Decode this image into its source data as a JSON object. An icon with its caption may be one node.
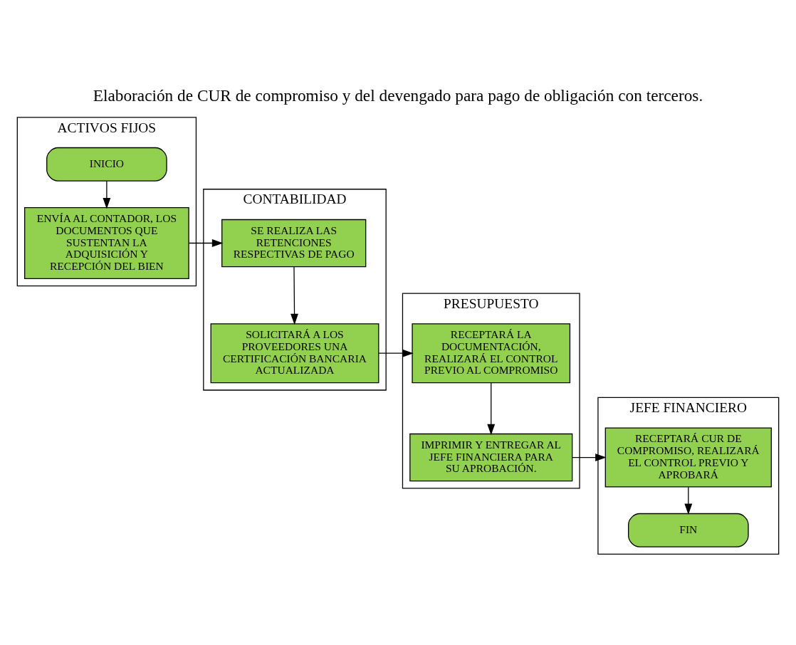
{
  "diagram": {
    "title": "Elaboración de CUR de compromiso y del devengado para pago de obligación con terceros.",
    "nodes": [
      {
        "text": [
          "ACTIVOS FIJOS"
        ]
      },
      {
        "text": [
          "CONTABILIDAD"
        ]
      },
      {
        "text": [
          "PRESUPUESTO"
        ]
      },
      {
        "text": [
          "JEFE FINANCIERO"
        ]
      },
      {
        "text": [
          "INICIO"
        ],
        "in": 0
      },
      {
        "text": [
          "ENVÍA AL CONTADOR, LOS DOCUMENTOS QUE SUSTENTAN LA ADQUISICIÓN Y RECEPCIÓN DEL BIEN"
        ],
        "in": 0
      },
      {
        "text": [
          "SE REALIZA LAS RETENCIONES RESPECTIVAS DE PAGO"
        ],
        "in": 1
      },
      {
        "text": [
          "SOLICITARÁ A LOS PROVEEDORES UNA CERTIFICACIÓN BANCARIA ACTUALIZADA"
        ],
        "in": 1
      },
      {
        "text": [
          "RECEPTARÁ LA DOCUMENTACIÓN, REALIZARÁ EL CONTROL PREVIO AL COMPROMISO"
        ],
        "in": 2
      },
      {
        "text": [
          "IMPRIMIR Y ENTREGAR AL JEFE FINANCIERA PARA SU APROBACIÓN."
        ],
        "in": 2
      },
      {
        "text": [
          "RECEPTARÁ CUR DE COMPROMISO, REALIZARÁ EL CONTROL PREVIO Y APROBARÁ"
        ],
        "in": 3
      },
      {
        "text": [
          "FIN"
        ],
        "in": 3
      }
    ],
    "edges": [
      {
        "from": 4,
        "to": 5,
        "arrow": "to"
      },
      {
        "from": 5,
        "to": 6,
        "arrow": "to"
      },
      {
        "from": 6,
        "to": 7,
        "arrow": "to"
      },
      {
        "from": 7,
        "to": 8,
        "arrow": "to"
      },
      {
        "from": 8,
        "to": 9,
        "arrow": "to"
      },
      {
        "from": 9,
        "to": 10,
        "arrow": "to"
      },
      {
        "from": 10,
        "to": 11,
        "arrow": "to"
      }
    ]
  }
}
